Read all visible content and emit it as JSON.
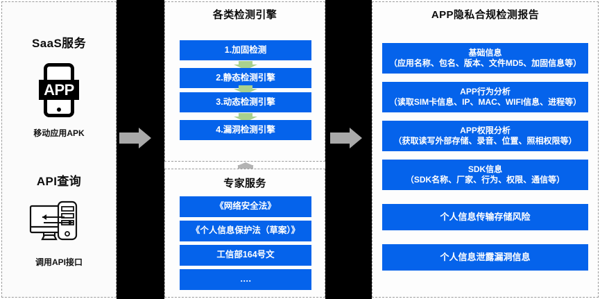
{
  "columns": {
    "left": {
      "saas_title": "SaaS服务",
      "app_icon_text": "APP",
      "app_caption": "移动应用APK",
      "api_title": "API查询",
      "api_caption": "调用API接口"
    },
    "engines": {
      "title": "各类检测引擎",
      "items": [
        "1.加固检测",
        "2.静态检测引擎",
        "3.动态检测引擎",
        "4.漏洞检测引擎"
      ]
    },
    "expert": {
      "title": "专家服务",
      "items": [
        "《网络安全法》",
        "《个人信息保护法（草案）》",
        "工信部164号文",
        "…."
      ]
    },
    "report": {
      "title": "APP隐私合规检测报告",
      "items": [
        {
          "line1": "基础信息",
          "line2": "（应用名称、包名、版本、文件MD5、加固信息等）"
        },
        {
          "line1": "APP行为分析",
          "line2": "（读取SIM卡信息、IP、MAC、WIFI信息、进程等）"
        },
        {
          "line1": "APP权限分析",
          "line2": "（获取读写外部存储、录音、位置、照相权限等）"
        },
        {
          "line1": "SDK信息",
          "line2": "（SDK名称、厂家、行为、权限、通信等）"
        },
        {
          "line1": "个人信息传输存储风险",
          "line2": ""
        },
        {
          "line1": "个人信息泄露漏洞信息",
          "line2": ""
        }
      ]
    }
  },
  "colors": {
    "blue": "#0563eb",
    "green_arrow": "#a9d18e",
    "gray_arrow": "#a9a9a9",
    "band": "#000000"
  }
}
